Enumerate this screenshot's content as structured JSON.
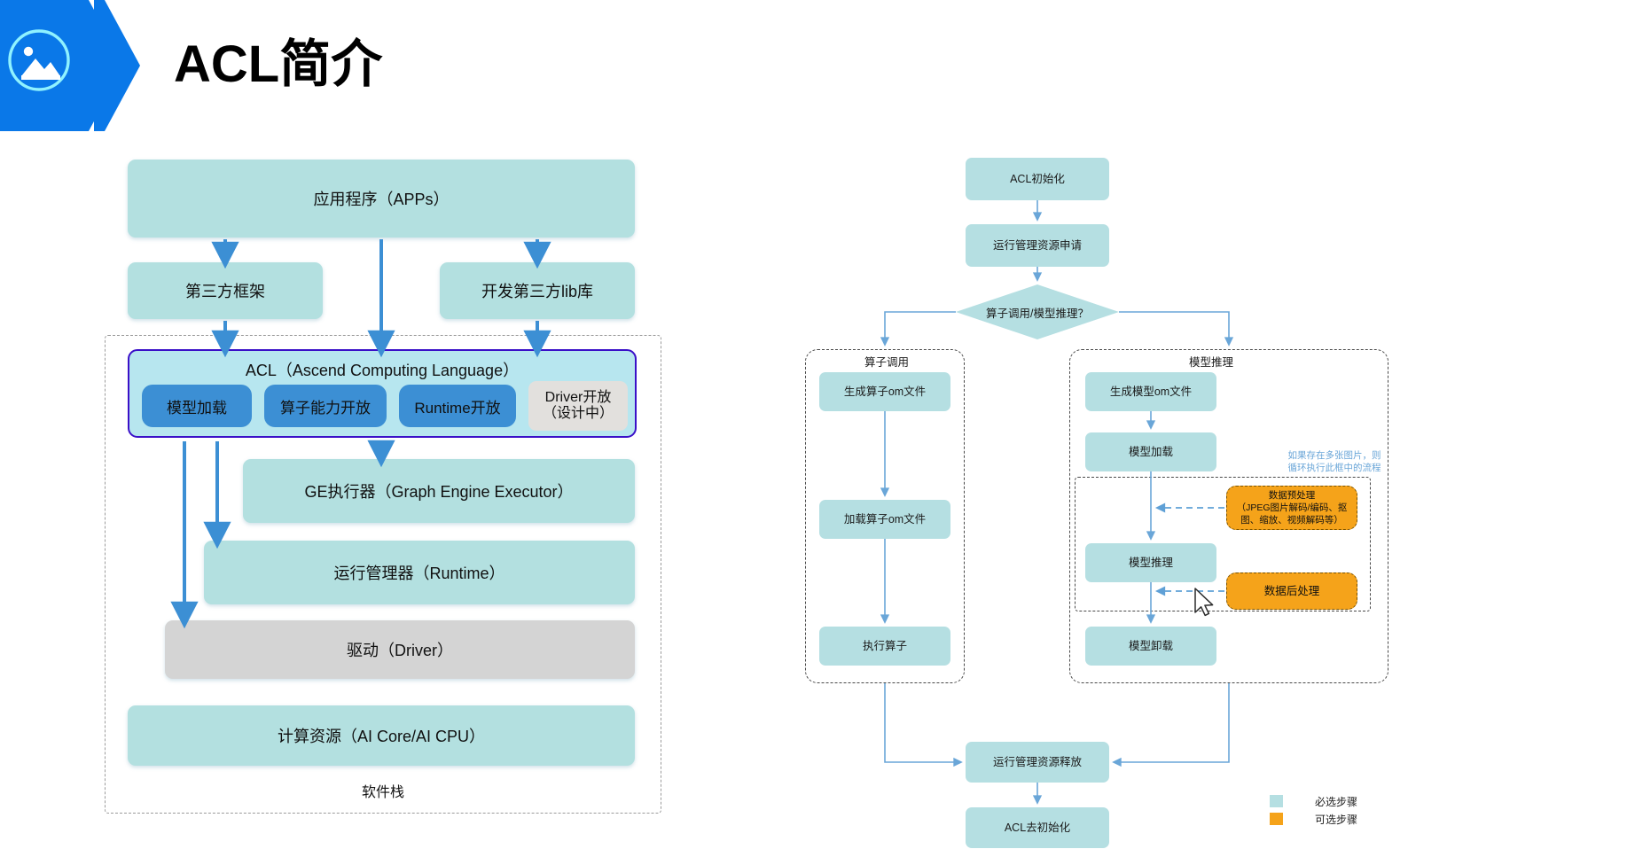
{
  "header": {
    "title": "ACL简介",
    "logo_icon": "image-picture-icon"
  },
  "software_stack": {
    "caption": "软件栈",
    "apps": "应用程序（APPs）",
    "third_party_framework": "第三方框架",
    "third_party_lib": "开发第三方lib库",
    "acl_title": "ACL（Ascend Computing Language）",
    "acl_modules": [
      {
        "label": "模型加载",
        "style": "blue"
      },
      {
        "label": "算子能力开放",
        "style": "blue"
      },
      {
        "label": "Runtime开放",
        "style": "blue"
      },
      {
        "label": "Driver开放\n（设计中）",
        "style": "gray"
      }
    ],
    "acl_module_4_line1": "Driver开放",
    "acl_module_4_line2": "（设计中）",
    "ge_executor": "GE执行器（Graph Engine Executor）",
    "runtime_manager": "运行管理器（Runtime）",
    "driver": "驱动（Driver）",
    "compute_resource": "计算资源（AI Core/AI CPU）"
  },
  "flow": {
    "acl_init": "ACL初始化",
    "resource_apply": "运行管理资源申请",
    "decision": "算子调用/模型推理？",
    "left_branch": {
      "title": "算子调用",
      "steps": [
        "生成算子om文件",
        "加载算子om文件",
        "执行算子"
      ]
    },
    "right_branch": {
      "title": "模型推理",
      "step_gen": "生成模型om文件",
      "step_load": "模型加载",
      "step_infer": "模型推理",
      "step_unload": "模型卸载",
      "annotation_line1": "如果存在多张图片，则",
      "annotation_line2": "循环执行此框中的流程",
      "preprocess_line1": "数据预处理",
      "preprocess_line2": "（JPEG图片解码/编码、抠",
      "preprocess_line3": "图、缩放、视频解码等）",
      "postprocess": "数据后处理"
    },
    "resource_release": "运行管理资源释放",
    "acl_deinit": "ACL去初始化"
  },
  "legend": {
    "must_label": "必选步骤",
    "optional_label": "可选步骤",
    "must_color": "#b5dfe2",
    "optional_color": "#f5a31a"
  },
  "cursor": {
    "icon": "mouse-pointer-icon"
  }
}
